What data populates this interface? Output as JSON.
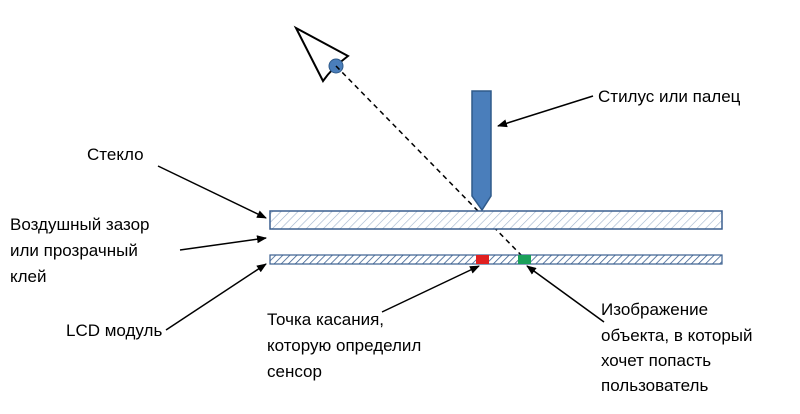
{
  "labels": {
    "stylus": "Стилус или палец",
    "glass": "Стекло",
    "gap_line1": "Воздушный зазор",
    "gap_line2": "или прозрачный",
    "gap_line3": "клей",
    "lcd": "LCD модуль",
    "touch_line1": "Точка касания,",
    "touch_line2": "которую определил",
    "touch_line3": "сенсор",
    "image_line1": "Изображение",
    "image_line2": "объекта, в который",
    "image_line3": "хочет попасть",
    "image_line4": "пользователь"
  },
  "colors": {
    "stylus_fill": "#4a7ebb",
    "stylus_stroke": "#2f5a8a",
    "glass_stroke": "#3a5f8f",
    "lcd_stroke": "#3a5f8f",
    "touch_point": "#e02020",
    "target_point": "#1aa05a",
    "eye_pupil": "#4a7ebb"
  },
  "icons": {
    "eye": "eye-icon",
    "stylus": "stylus-icon"
  }
}
